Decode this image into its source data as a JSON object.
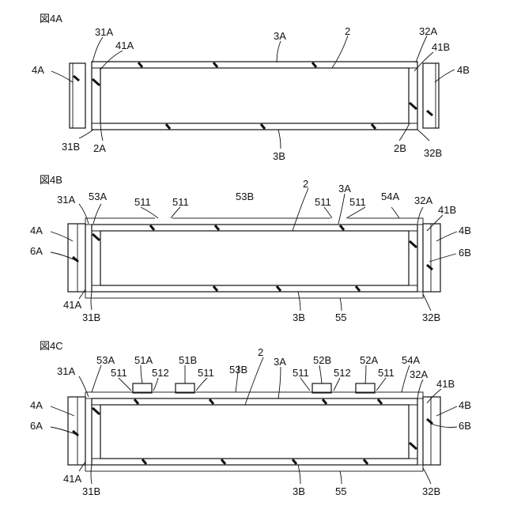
{
  "figures": [
    {
      "id": "4A",
      "title": "図4A",
      "labels": {
        "l31A": "31A",
        "l41A": "41A",
        "l3A": "3A",
        "l2": "2",
        "l32A": "32A",
        "l41B": "41B",
        "l4A": "4A",
        "l4B": "4B",
        "l31B": "31B",
        "l2A": "2A",
        "l3B": "3B",
        "l2B": "2B",
        "l32B": "32B"
      }
    },
    {
      "id": "4B",
      "title": "図4B",
      "labels": {
        "l31A": "31A",
        "l53A": "53A",
        "l511a": "511",
        "l511b": "511",
        "l53B": "53B",
        "l2": "2",
        "l3A": "3A",
        "l511c": "511",
        "l511d": "511",
        "l54A": "54A",
        "l32A": "32A",
        "l41B": "41B",
        "l4A": "4A",
        "l4B": "4B",
        "l6A": "6A",
        "l6B": "6B",
        "l41A": "41A",
        "l31B": "31B",
        "l3B": "3B",
        "l55": "55",
        "l32B": "32B"
      }
    },
    {
      "id": "4C",
      "title": "図4C",
      "labels": {
        "l53A": "53A",
        "l51A": "51A",
        "l51B": "51B",
        "l2": "2",
        "l52B": "52B",
        "l52A": "52A",
        "l54A": "54A",
        "l31A": "31A",
        "l511a": "511",
        "l512a": "512",
        "l511b": "511",
        "l53B": "53B",
        "l3A": "3A",
        "l511c": "511",
        "l512b": "512",
        "l511d": "511",
        "l32A": "32A",
        "l41B": "41B",
        "l4A": "4A",
        "l4B": "4B",
        "l6A": "6A",
        "l6B": "6B",
        "l41A": "41A",
        "l31B": "31B",
        "l3B": "3B",
        "l55": "55",
        "l32B": "32B"
      }
    }
  ]
}
